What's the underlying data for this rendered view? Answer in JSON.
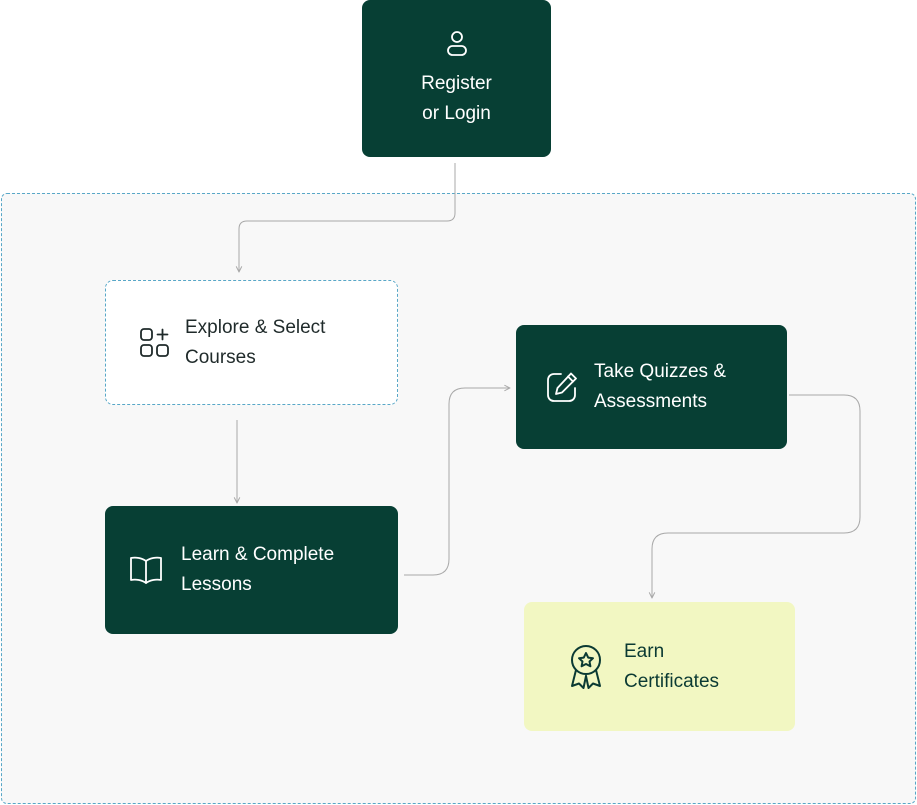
{
  "nodes": {
    "register": {
      "line1": "Register",
      "line2": "or Login",
      "icon": "user-icon"
    },
    "explore": {
      "line1": "Explore & Select",
      "line2": "Courses",
      "icon": "grid-plus-icon"
    },
    "learn": {
      "line1": "Learn & Complete",
      "line2": "Lessons",
      "icon": "book-open-icon"
    },
    "quiz": {
      "line1": "Take Quizzes &",
      "line2": "Assessments",
      "icon": "pencil-square-icon"
    },
    "certificates": {
      "line1": "Earn",
      "line2": "Certificates",
      "icon": "award-badge-icon"
    }
  },
  "edges": [
    {
      "from": "register",
      "to": "explore"
    },
    {
      "from": "explore",
      "to": "learn"
    },
    {
      "from": "learn",
      "to": "quiz"
    },
    {
      "from": "quiz",
      "to": "certificates"
    }
  ],
  "colors": {
    "dark_node": "#073f34",
    "light_node": "#ffffff",
    "highlight_node": "#f2f7c2",
    "region_border": "#58a7c7",
    "region_fill": "#f8f8f8",
    "connector": "#a8a8a8"
  }
}
